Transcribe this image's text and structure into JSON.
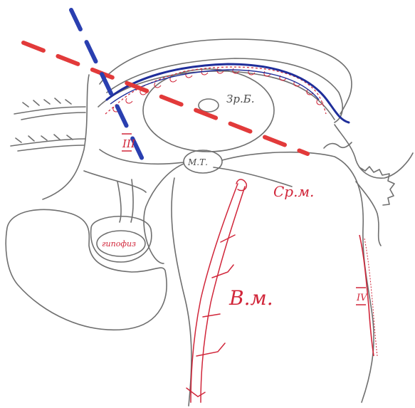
{
  "labels": {
    "visual_tubercle": "Зр.Б.",
    "mammillary_body": "М.Т.",
    "pituitary": "гипофиз",
    "midbrain": "Ср.м.",
    "medulla": "В.м.",
    "third_ventricle": "III",
    "fourth_ventricle": "IV"
  },
  "colors": {
    "pencil": "#6f6f6f",
    "ink_red": "#d1263a",
    "ink_blue": "#1f2e9a",
    "cut_red": "#e23a3a",
    "cut_blue": "#2a3fb0"
  }
}
